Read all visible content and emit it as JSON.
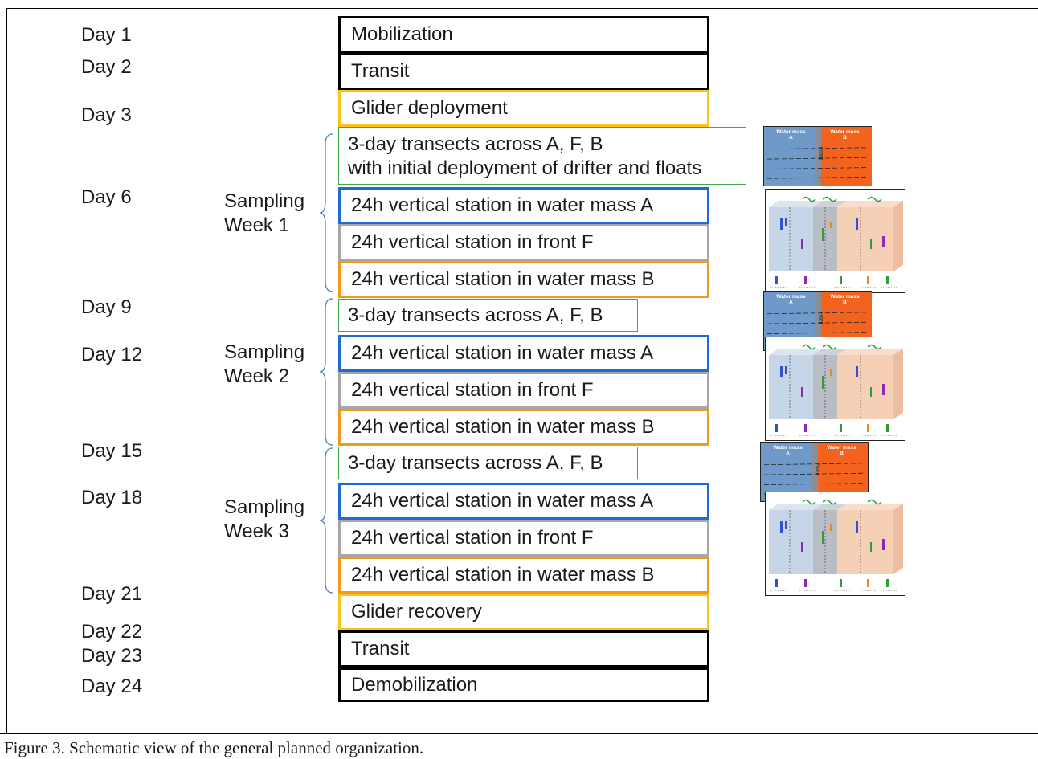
{
  "days": [
    "Day 1",
    "Day 2",
    "Day 3",
    "Day 6",
    "Day 9",
    "Day 12",
    "Day 15",
    "Day 18",
    "Day 21",
    "Day 22",
    "Day 23",
    "Day 24"
  ],
  "weeks": [
    "Sampling\nWeek 1",
    "Sampling\nWeek 2",
    "Sampling\nWeek 3"
  ],
  "boxes": [
    {
      "text": "Mobilization",
      "color": "black"
    },
    {
      "text": "Transit",
      "color": "black"
    },
    {
      "text": "Glider deployment",
      "color": "yellow"
    },
    {
      "text": "3-day transects across A, F, B\nwith initial deployment of drifter and floats",
      "color": "green"
    },
    {
      "text": "24h vertical station in water mass A",
      "color": "blue"
    },
    {
      "text": "24h vertical station in front F",
      "color": "grey"
    },
    {
      "text": "24h vertical station in water mass B",
      "color": "orange"
    },
    {
      "text": "3-day transects across A, F, B",
      "color": "green"
    },
    {
      "text": "24h vertical station in water mass A",
      "color": "blue"
    },
    {
      "text": "24h vertical station in front F",
      "color": "grey"
    },
    {
      "text": "24h vertical station in water mass B",
      "color": "orange"
    },
    {
      "text": "3-day transects across A, F, B",
      "color": "green"
    },
    {
      "text": "24h vertical station in water mass A",
      "color": "blue"
    },
    {
      "text": "24h vertical station in front F",
      "color": "grey"
    },
    {
      "text": "24h vertical station in water mass B",
      "color": "orange"
    },
    {
      "text": "Glider recovery",
      "color": "yellow"
    },
    {
      "text": "Transit",
      "color": "black"
    },
    {
      "text": "Demobilization",
      "color": "black"
    }
  ],
  "transect_thumb": {
    "left_label": "Water mass\nA",
    "right_label": "Water mass\nB",
    "front_label": "Front"
  },
  "colors": {
    "water_a": "#6f99c9",
    "water_b": "#f4631d",
    "front": "#8a8f97",
    "yellow": "#fcc21c",
    "blue": "#1f6bd6",
    "grey": "#a7a7a7",
    "orange": "#f29a1a",
    "green": "#3fa84a"
  },
  "caption": "Figure 3.  Schematic view of the general planned organization."
}
